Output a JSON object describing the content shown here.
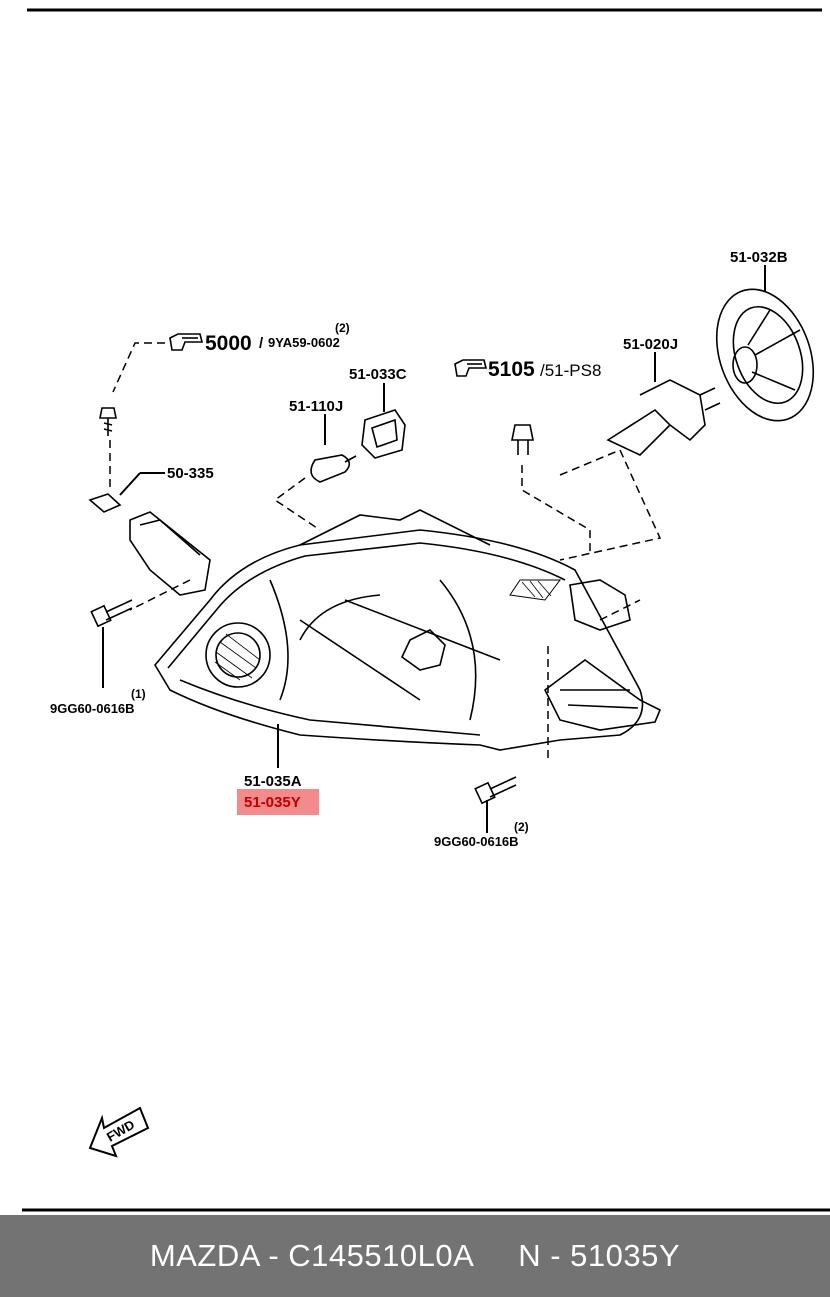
{
  "labels": {
    "bolt_ref_num": "5000",
    "bolt_ref_code": "9YA59-0602",
    "bolt_ref_qty": "(2)",
    "clip_ref_num": "5105",
    "clip_ref_code": "/51-PS8",
    "socket": "51-033C",
    "small_bulb": "51-110J",
    "main_bulb": "51-020J",
    "cover": "51-032B",
    "nut": "50-335",
    "left_bolt": "9GG60-0616B",
    "left_bolt_qty": "(1)",
    "headlamp": "51-035A",
    "highlighted": "51-035Y",
    "right_bolt": "9GG60-0616B",
    "right_bolt_qty": "(2)",
    "fwd": "FWD"
  },
  "colors": {
    "highlight": "#f28b8b",
    "footer_bg": "#737373",
    "footer_text": "#ffffff"
  },
  "icons": [
    "pointing-hand-icon",
    "fwd-arrow-icon"
  ],
  "footer": {
    "left": "MAZDA - C145510L0A",
    "right": "N - 51035Y"
  }
}
